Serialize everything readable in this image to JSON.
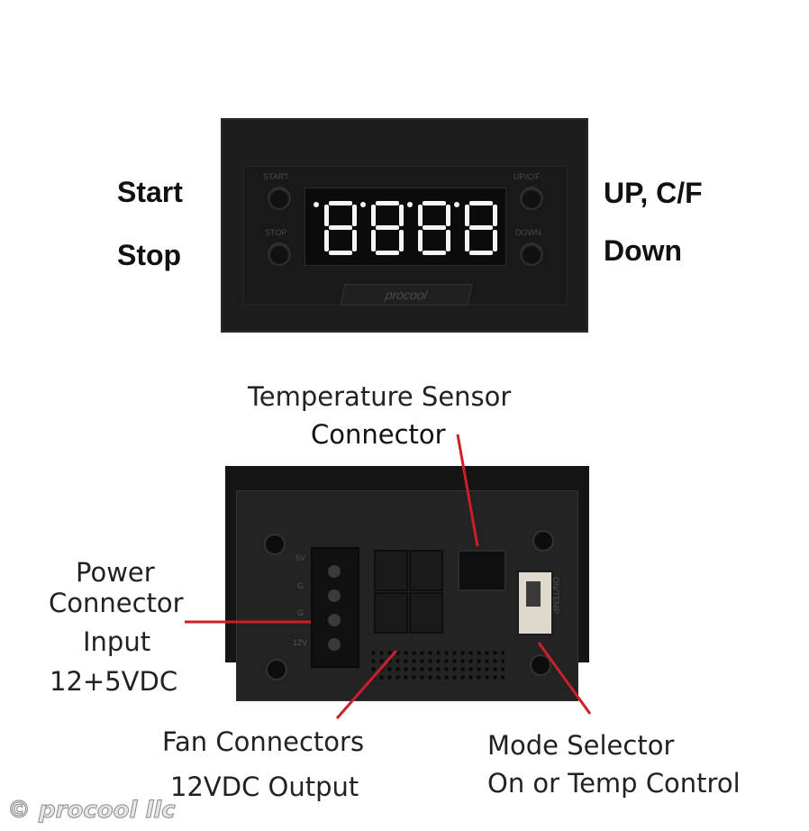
{
  "front": {
    "label_start": "Start",
    "label_stop": "Stop",
    "label_up": "UP, C/F",
    "label_down": "Down",
    "btn_start_text": "START",
    "btn_stop_text": "STOP",
    "btn_up_text": "UP/C/F",
    "btn_down_text": "DOWN",
    "display_digits": "8888",
    "display_color": "#f5f5f5",
    "brand_plate": "procool"
  },
  "back": {
    "sensor_line1": "Temperature Sensor",
    "sensor_line2": "Connector",
    "power_line1": "Power",
    "power_line2": "Connector",
    "power_line3": "Input",
    "power_line4": "12+5VDC",
    "fan_line1": "Fan Connectors",
    "fan_line2": "12VDC Output",
    "mode_line1": "Mode Selector",
    "mode_line2": "On or Temp Control",
    "pin_labels": [
      "5V",
      "G",
      "G",
      "12V"
    ],
    "switch_label": "ON/TEMP",
    "arrow_color": "#cc1f2a"
  },
  "watermark": "© procool llc"
}
